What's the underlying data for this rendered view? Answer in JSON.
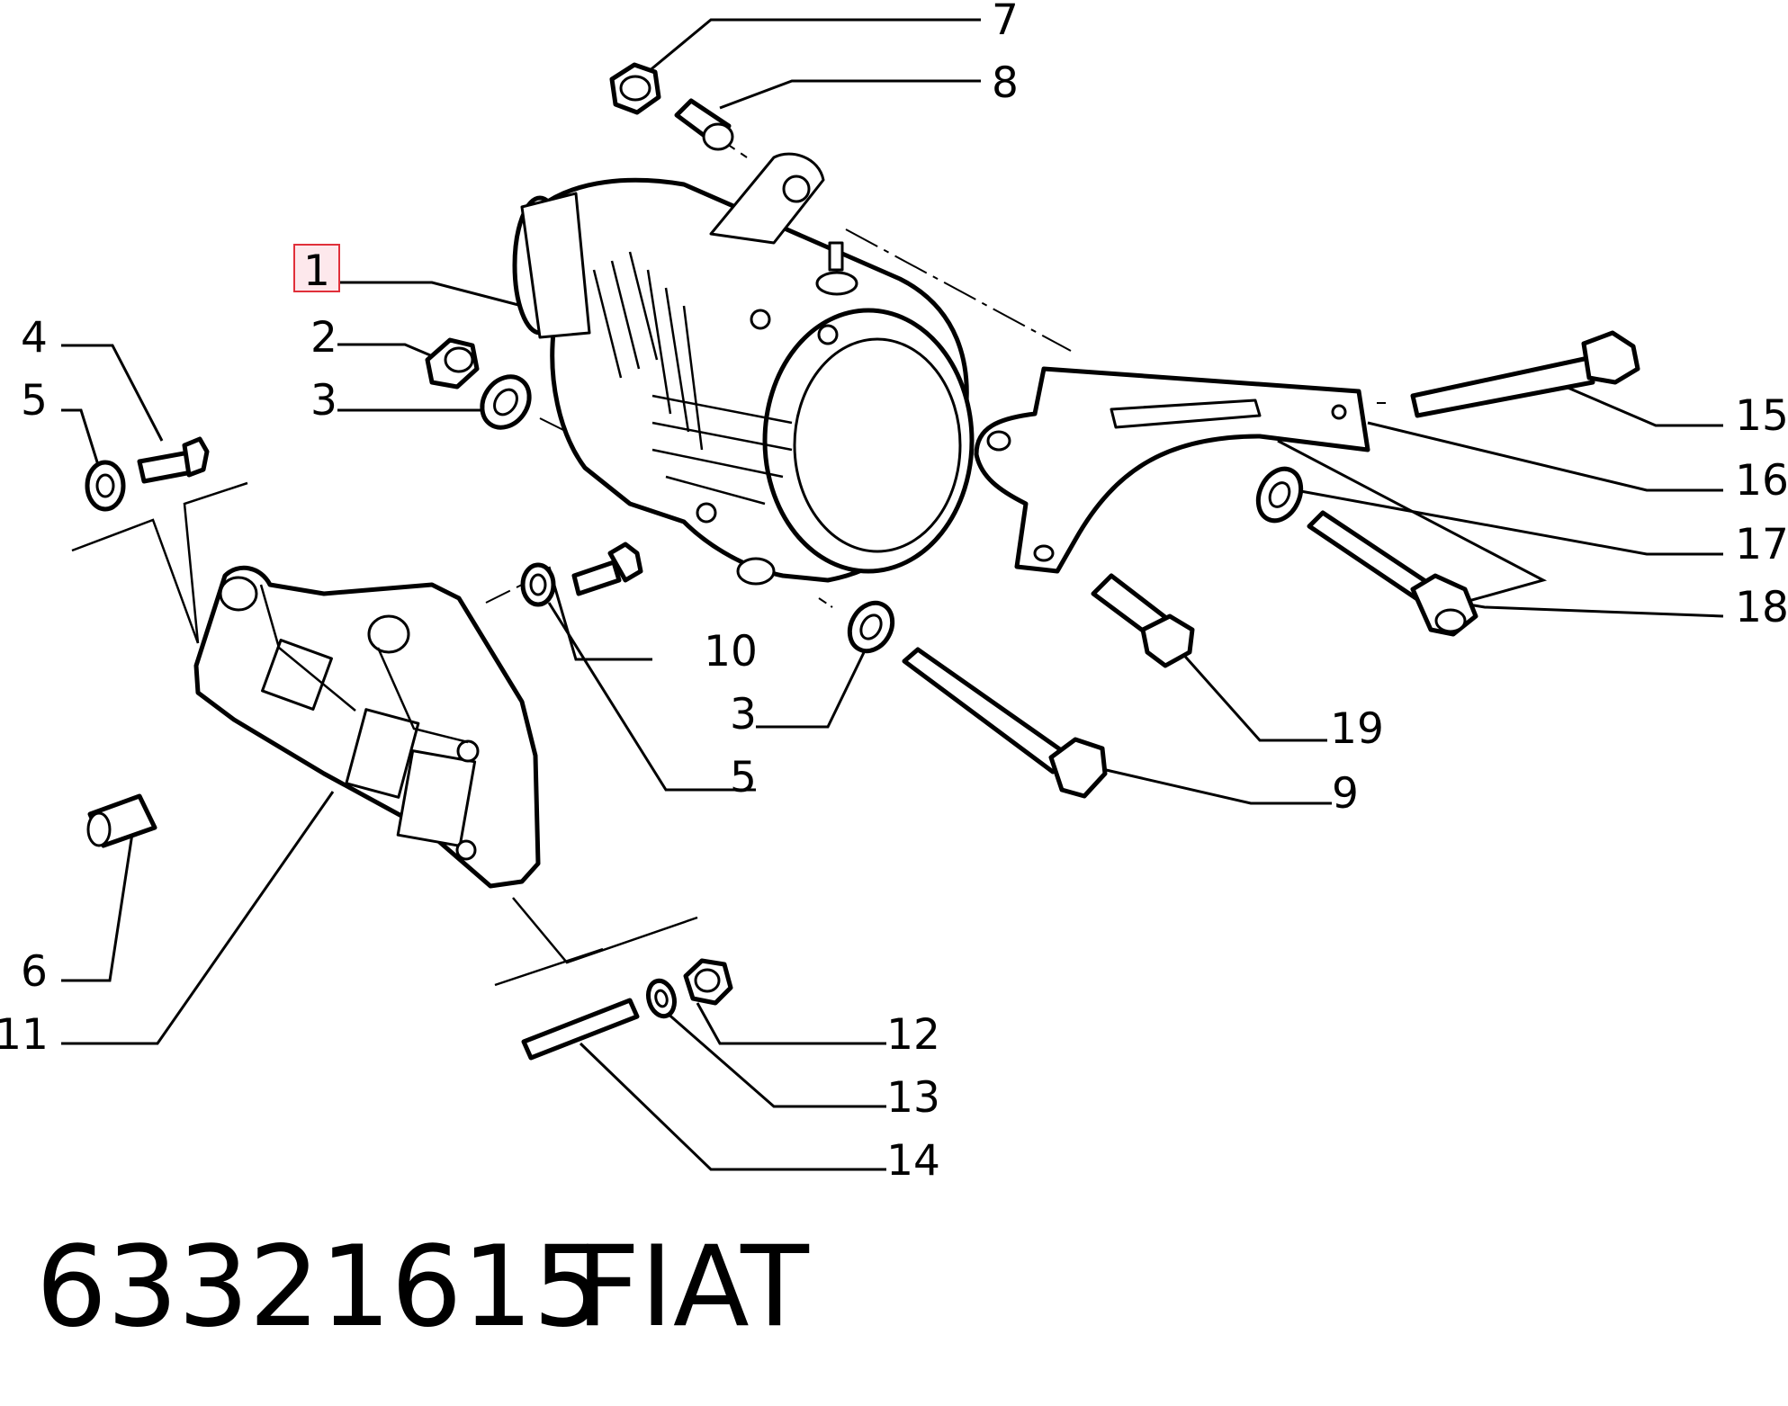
{
  "callouts": [
    {
      "id": "c1",
      "text": "1",
      "highlighted": true
    },
    {
      "id": "c2",
      "text": "2"
    },
    {
      "id": "c3a",
      "text": "3"
    },
    {
      "id": "c4",
      "text": "4"
    },
    {
      "id": "c5a",
      "text": "5"
    },
    {
      "id": "c6",
      "text": "6"
    },
    {
      "id": "c7",
      "text": "7"
    },
    {
      "id": "c8",
      "text": "8"
    },
    {
      "id": "c9",
      "text": "9"
    },
    {
      "id": "c10",
      "text": "10"
    },
    {
      "id": "c3b",
      "text": "3"
    },
    {
      "id": "c5b",
      "text": "5"
    },
    {
      "id": "c11",
      "text": "11"
    },
    {
      "id": "c12",
      "text": "12"
    },
    {
      "id": "c13",
      "text": "13"
    },
    {
      "id": "c14",
      "text": "14"
    },
    {
      "id": "c15",
      "text": "15"
    },
    {
      "id": "c16",
      "text": "16"
    },
    {
      "id": "c17",
      "text": "17"
    },
    {
      "id": "c18",
      "text": "18"
    },
    {
      "id": "c19",
      "text": "19"
    }
  ],
  "highlight_color": "#e0303a",
  "caption": {
    "part_number": "63321615",
    "brand": "FIAT"
  }
}
